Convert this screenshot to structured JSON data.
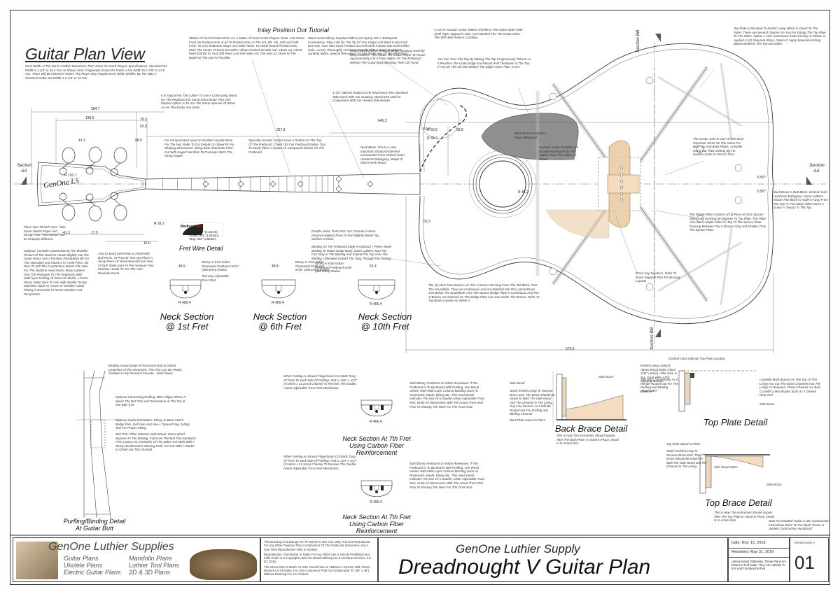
{
  "page_title": "Guitar Plan View",
  "notes": {
    "neck_width": "Neck Width At The Nut Is Another Dimension That Varies Per Each Players Specifications. Standard Nut Width Is 1-3/4\" or 44.4 mm As Shown Here. Fingerstyle Guitarist's Prefer A Nut Width Of 1-7/8\" or 47.6 mm. There Will Be Instances Where The Player May Require Even Wider Widths. By The Way A Classical Guitar Nut Width Is 2-1/8\" or 54 mm.",
    "inlay_title": "Inlay Position Dot Tutorial",
    "inlay_left": "Mother Of Pearl Position Dots Are A Matter Of Each Guitar Players Taste. And Varies From No Position Dots At All To Position Dots At The 3rd, 5th, 7th, 12th and 15th Frets. To Very Elaborate Inlays And Other Ideas. To Install Round Position Dots, Mark The Center Of Each Dot With A Sharp-Pointed Scratch Awl. Chuck Up A Brad Point Drill Bit To Your Drill Press And Drill Holes For The Dots As Close To The Depth Of The Dot As Possible.",
    "inlay_right": "Mount Some Ebony Sawdust With 5 part Epoxy Into A Toothpaste Consistency. Take A Bit On The Tip Of Your Finger And Work It Into Each Dot Hole. Now Take Each Position Dot And Work It Down Into Each Drilled Hole. Let Dry Thoroughly And Sand Smooth With A Power Sander Or Sanding Sticks. Special Precaution: Do Not Inhale Any Of The MOP Dust.",
    "dashed_lines": "Heavy Dashed Lines Indicate Single Cutaway Used By Many Luthiers. This Allows The Guitar Player To Reach Approximately 2 to 4 Frets Higher On The Fretboard Without The Guitar Body Blocking Their Left Hand.",
    "acoustic_note": "A Lot Of Acoustic Guitar Makers Reinforce The Guitar Sides With Cloth Tape, Dipped In Glue And Attached The The Guitar Sides. This Will Help Reduce Cracking.",
    "top_plate_note": "You Can Tone The Top By Making The Top Progressively Thinner As It Reaches The Guitar Edge And Remain Full Thickness At The Top. If You Do This Do Not Reduce The Edges More Than .5 mm.",
    "radius_circle": "1-1/2\" (38mm) Radius Circle Represents The Aluminum Tube Used With Our Cutaway Attachment Used In Conjunction With Our Heated Side Bender.",
    "shaded_area": "Shaded Area Indicates Mega Pickguard",
    "rosettes": "Acoustic Guitar Rosettes Are Usually Handmade By The Luthier From Thin Strips Of Wood.",
    "top_plates_right": "Top Plate Is Mounted To Kerfed Lining Which Is Glued To The Sides. There Are Several Options For You For Gluing The Top Plate To The Sides. Option 1: Use Continuous Swan Kerfing As Shown & Applied In (2) Separate Strips. Option 2: Apply Separate Kerfing Blocks Between The Top and Sides.",
    "headstock": "It Is Typical For The Luthier To Use A Contrasting Wood On The Pegboard For Some Extra Detail. Also One Popular Option Is To Use The Same Species Of Wood As On The Backs And Sides.",
    "ivory": "For Compensated Ivory Or Excellent Quality Bone For The Nut, Refer To Our Details On Sheet ## For Shaping Dimensions. String Slots Should Be Filed Out With Gaged Nut Files To Precisely Match The String Gages.",
    "fretboard_radius": "Typically Acoustic Guitars Have A Radius On The Top Of The Fretboard. Check Out Our Fretboard Radius Tool To Easily Place A Radius Or Compound Radius On The Fretboard.",
    "neck_block": "Neck Block. This Is A Very Important Structural Element Constructed From Vertical Grain Honduras Mahogany, Maple Or Match Neck Wood.",
    "center_joint": "The Center Joint Is One Of The Most Important Joints On The Guitar For Both Top And Back Plates. Consider Using Our Plate Joining Jig For Hairline Joints In Record Time.",
    "back_brace": "Back Brace Is Butt Block, Vertical Grain Honduras Mahogany. Some Luthiers Shave This Block In Angle 6 Away From The Top As This Block Often Gives A Guitar A \"Hump\" In The Top.",
    "bridge_plate": "The Bridge Plate Consists of (1) Piece of 3mm Spruce With Grain Running 90 Degrees To Top Plate. The Plate Also Has A Maple Plate On Top Of The Spruce Plate Running Between The X-Braces Only And Smaller Than The Spruce Plate.",
    "x_braces": "The (2) Main Tone Braces Are The X-Braces Running From The Tail Block, Past The Soundhole. They Are Continuous And Are Notched Into The Lateral Brace Just Below The Soundhole. Also The Spruce Bridge Plate Is Continuous And The X-Braces Are Notched So The Bridge Plate Can Run Under The Braces. Refer To Top Brace Layouts on Sheet 4.",
    "brace_key": "Brace Key Numbers. Refer To Brace Diagram Plan For Bracing Layouts",
    "truss_rod": "Double Action Truss Rod. Cut Channel In Neck. Distance Highest Point Of Rod Slightly Below Top Surface of Neck.",
    "binding_note": "Binding On The Fretboard Edge Is Optional. I Prefer Wood Binding To Match Guitar Body. Some Luthiers Stop The Fret Tang At The Binding And Extend The Top Over The Binding. Otherwise Extend The Tang Through The Binding.",
    "blend": "Place Your \"Brand\" Here. Take Some Sketch Paper and Design Your \"Own Brand\" and be Uniquely Different.",
    "tuners": "Optional: Consider Counterboring The Weather Portion Of The Machine Heads Slightly Into The Guitar Head. Use A Forstner Flat-Bottom Bit For This Operation and Chuck It In A Drill Press. Be Sure To Drill The Counterbore Before The Hole For The Machine Head Posts. Many Luthiers Trim The Perimeter Of The Pegheads With Multi-layer Purfling Of Wood Or Plastic. I Prefer Wood. Make Sure To Use High Quality Tuning Machines Such As Grover or Schaller. Good Plating Is Essential To Resist Weather And Perspiration.",
    "drill_holes": "1/64 (0.4mm) Drill Holes In Head With Drill Press. To Prevent Tear-Out Place A Scrap Piece Of Wood Beneath Exit Hole Of Drill. Make Sure To Pre-measure Your Machine Heads To Get The Hole Diameter Exact.",
    "ebony_1": "Ebony or East Indian Rosewood Fretboard w/16\" (406.4mm) Radius",
    "ebony_2": "Ebony or East Indian Rosewood Fretboard w/16\" (406.4mm) Radius",
    "ebony_3": "Ebony or East Indian Rosewood Fretboard w/16\" (406.4mm) Radius",
    "two_way": "Two-way Adjustable Truss Rod",
    "binding_edge": "Binding Around Edge of Instrument Butt at Global Centerline of the Instrument. This Trim Can Be Plastic, Celluloid or My Personal Favorite - Solid Wood.",
    "optional_contrast": "Optional Contrasting Purfling. Miter Edges Where It Meets The Butt Trim and Discontinue At The Top of The Butt Trim.",
    "end_button": "Optional Guitar End Button. Ebony or Bone Match Bridge Pins. Drill Hole And Use A Tapered Peg Cutting Tool For Proper Fitting.",
    "butt_trim": "Butt Trim: Often Matches Solid Wood, Same Wood Species As The Binding. Fabricate The Butt Trim Sandwich First, Layout On Centerline Of The Sides And Mark With A Sharp Woodworkers Marking Knife And Cut With A Router or Chisel Out The Channel.",
    "carbon_1": "When Fretting An Bound Fingerboard Cut Back Tang Of Frets To Suck Side Of Purfling. Rod a .218\" x .437\" (5.54mm x 11.1mm) Channel To Receive The Double Action Adjustable Truss Rod Mechanism.",
    "carbon_1r": "Solid Ebony Fretboard or Indian Rosewood. If The Fretboard Is To Be Bound With Purfling, Use Wood Veneer With Multi-Layer Colored Banding Such As Rosewood, Maple, Ebony Etc. This Neck Detail Indicates The Use Of A Double-Action Adjustable Truss Rod. Verify All Dimensions With The Actual Truss Rod Prior To Routing The Neck For The Truss Rod.",
    "carbon_2": "When Fretting An Bound Fingerboard Cut Back Tang Of Frets To Suck Side Of Purfling. Rod a .218\" x .437\" (5.54mm x 11.1mm) Channel To Receive The Double Action Adjustable Truss Rod Mechanism.",
    "carbon_2r": "Solid Ebony Fretboard or Indian Rosewood. If The Fretboard Is To Be Bound With Purfling, Use Wood Veneer With Multi-Layer Colored Banding Such As Rosewood, Maple, Ebony Etc. This Neck Detail Indicates The Use Of A Double-Action Adjustable Truss Rod. Verify All Dimensions With The Actual Truss Rod Prior To Routing The Neck For The Truss Rod.",
    "side_wood": "Side Wood",
    "notch_kerf": "Notch Kerfed Lining To Receive Brace End. The Brace Should Be Glued To Both The Side Wood And The Channel In The Lining.",
    "gap": "Gap Can Remain As It Will Be Routed Out For Purfling and Binding Channel",
    "back_plate_glued": "Back Plate Glued In Place",
    "side_brace_1": "Side Brace",
    "back_brace_note": "This Is How The Instrument Should Appear After The Back Plate Is Glued In Place. Detail Is In Actual Size",
    "dashed_top": "Dashed Lines Indicate Top Plate Location",
    "kerfed_lining": "Kerfed Lining, Extend Above Wood Sides About 1/32\" (.8mm). After Glue Is Dry, Sand With A Flat Sanding Surface.",
    "this_gap": "This Gap Can Remain As It Will Be Routed Out For The Purfling and Binding Channel",
    "wood_sides": "Wood Sides",
    "carefully_mark": "Carefully Mark Braces On The Top Of The Lining And Cut The Brace Channels Into The Lining As Required. These Channel Are Best Cut With a Mini Router Such As A Dremel Roto Tool.",
    "side_brace_2": "Side Brace",
    "top_plate_glued": "Top Plate Glued In Place",
    "notch_kerf_2": "Notch Kerfed Lining To Receive Brace End. The Brace Should Be Glued To Both The Side Wood and The Channel In The Lining.",
    "side_wood_2": "Side Wood Sides",
    "top_brace_note": "This Is How The Instrument Should Appear After The Top Plate Is Glued In Place. Detail Is In Actual Size",
    "side_brace_3": "Side Brace",
    "footnote": "Note For Detailed Guitar & Uke Construction Instructions Refer To Our Book \"Guitar & Ukulele Construction Handbook\""
  },
  "detail_titles": {
    "fret_wire": "Fret Wire Detail",
    "neck_1_line1": "Neck Section",
    "neck_1_line2": "@ 1st Fret",
    "neck_6_line1": "Neck Section",
    "neck_6_line2": "@ 6th Fret",
    "neck_10_line1": "Neck Section",
    "neck_10_line2": "@ 10th Fret",
    "purfling_line1": "Purfling/Binding Detail",
    "purfling_line2": "At Guitar Butt",
    "carbon_a_line1": "Neck Section At 7th Fret",
    "carbon_a_line2": "Using Carbon Fiber",
    "carbon_a_line3": "Reinforcement",
    "carbon_b_line1": "Neck Section At 7th Fret",
    "carbon_b_line2": "Using Carbon Fiber",
    "carbon_b_line3": "Reinforcement",
    "back_brace": "Back Brace Detail",
    "top_plate": "Top Plate Detail",
    "top_brace": "Top Brace Detail"
  },
  "section_labels": {
    "aa_left_1": "Section",
    "aa_left_2": "AA",
    "aa_right_1": "Section",
    "aa_right_2": "AA",
    "bb_top": "Section BB",
    "bb_bottom": "Section BB"
  },
  "fret_wire": {
    "grade_medium": "Medium",
    "grade_high": "High",
    "width": "Width .085\" (2.16mm)",
    "crown": "Crown .041\" (1.04mm)",
    "tang": "Tang .022\" (0.56mm)"
  },
  "headstock_brand": "GenOne LS",
  "dimensions": {
    "d1": "184.7",
    "d2": "138.6",
    "d3": "41.3",
    "d4": "79.1",
    "d5": "63.3",
    "d6": "98.0",
    "d7": "R 120.7",
    "d8": "R 28.7",
    "d9": "41.3",
    "d10": "17.5",
    "d11": "16.0",
    "d12": "R 50.8",
    "d13": "645.2",
    "d14": "357.8",
    "d15": "51.7",
    "d16": "98.8",
    "d17": "R 39.0",
    "d18": "R 48.2",
    "d19": "50.3",
    "d20": "573.6",
    "d21": "R 406.4",
    "d22": "R 406.4",
    "d23": "R 406.4",
    "d24": "45.5",
    "d25": "48.8",
    "d26": "52.4",
    "d27": "6.50°",
    "d28": "6.50°",
    "d29": "R 406.4",
    "d30": "R 406.4"
  },
  "title_block": {
    "company": "GenOne Luthier Supplies",
    "links": [
      "Guitar Plans",
      "Ukulele Plans",
      "Electric Guitar Plans",
      "Mandolin Plans",
      "Luthier Tool Plans",
      "2D & 3D Plans"
    ],
    "legal_1": "This Drawing or Drawings Are To Used For One Use Only, And Not Reproduced For Any Other Purpose Than Construction Of This Particular Instrument, and A One Time Reproduction Only is Allowed.",
    "legal_2": "Reproduction, Distribution or Sales For Any Other Use Is Strictly Prohibited And Falls Under U.S Copyright Laws For David Vielburg AIA & GenOne Services, Inc. (C) 2019.",
    "legal_3": "This Sheet Size Is Metric A1 Size Overall Size Is 1189mm x 841mm With 10mm Borders On All Sides. For USA Customers Print On Architectural \"E\" (36\" x 48\") Without Resizing For 1:1 Printout.",
    "supply": "GenOne Luthier Supply",
    "plan_name": "Dreadnought V Guitar Plan",
    "date": "Date: Nov. 15, 2018",
    "revisions": "Revisions: May 31, 2019",
    "unless_noted": "Unless Noted Otherwise, These Plans Are Drawn to Full Scale. They Are Labeled In mm and Fractional Inches",
    "drawing_num": "dreadnought-v",
    "sheet": "01"
  },
  "colors": {
    "pickguard": "#8a8a8a",
    "bridge": "#e8c9a0",
    "wood": "#f3dcc0",
    "line": "#444444",
    "high": "#cc0000"
  }
}
